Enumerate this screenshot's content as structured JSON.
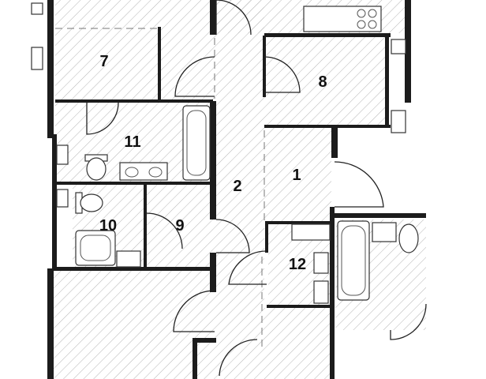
{
  "plan": {
    "rooms": [
      {
        "id": "room-7",
        "number": "7"
      },
      {
        "id": "room-8",
        "number": "8"
      },
      {
        "id": "room-11",
        "number": "11"
      },
      {
        "id": "room-2",
        "number": "2"
      },
      {
        "id": "room-1",
        "number": "1"
      },
      {
        "id": "room-10",
        "number": "10"
      },
      {
        "id": "room-9",
        "number": "9"
      },
      {
        "id": "room-12",
        "number": "12"
      }
    ],
    "colors": {
      "hatch": "#b5b5b5",
      "wall": "#1c1c1c",
      "background": "#ffffff"
    }
  }
}
